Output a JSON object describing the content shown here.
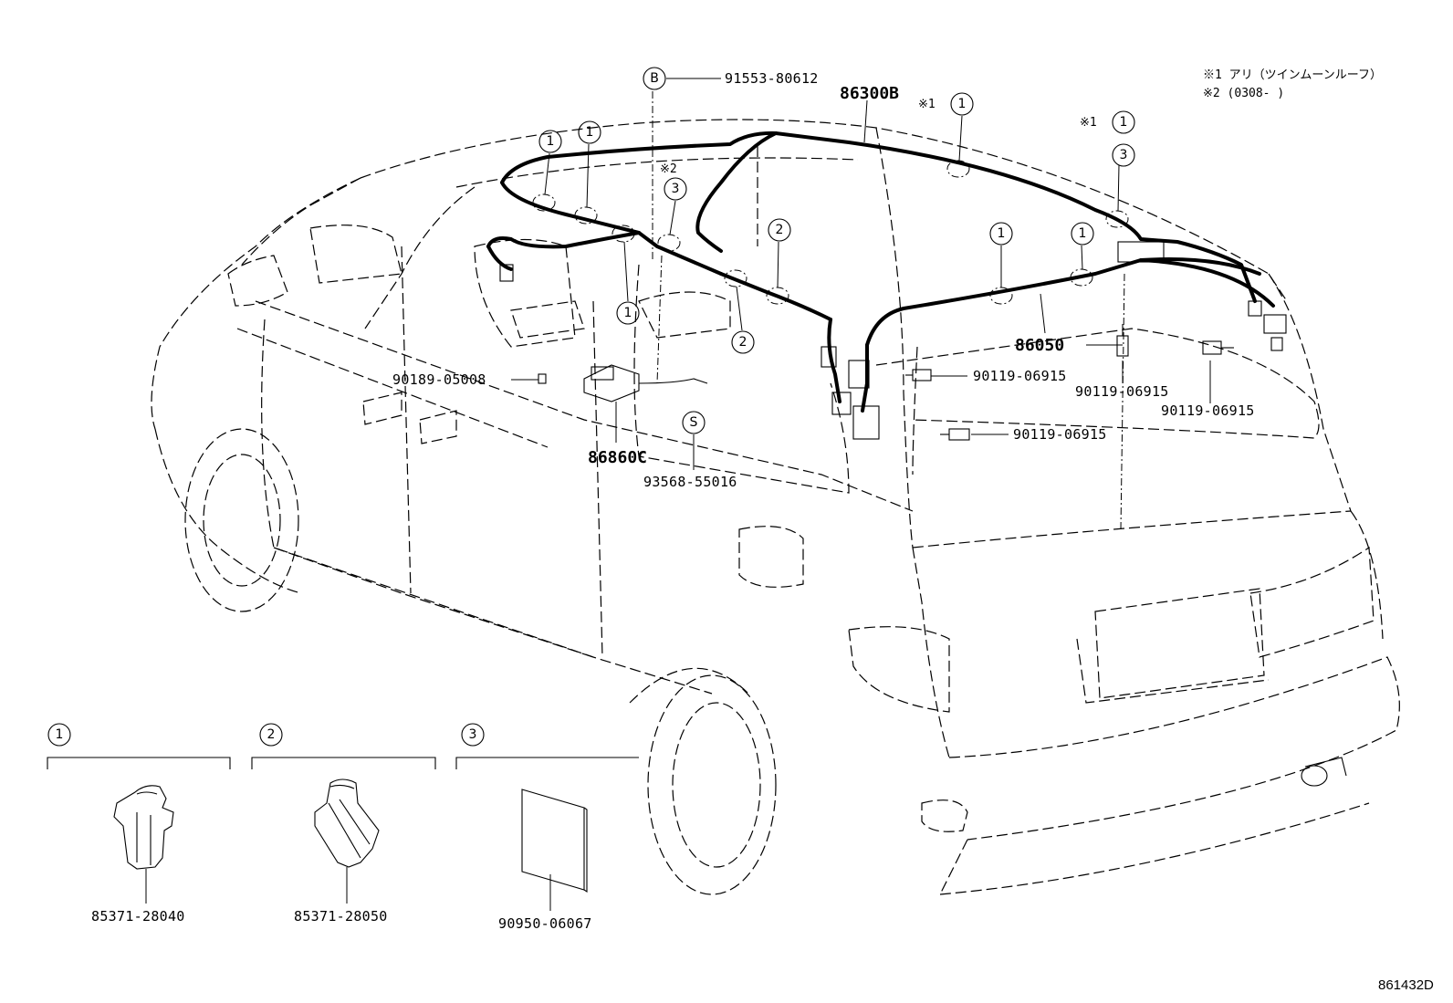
{
  "notes": {
    "n1": "※1  アリ（ツインムーンルーフ）",
    "n2": "※2  (0308-      )"
  },
  "callouts": {
    "b_marker": "B",
    "s_marker": "S",
    "p91553": "91553-80612",
    "p86300b": "86300B",
    "p86050": "86050",
    "p90189": "90189-05008",
    "p86860c": "86860C",
    "p93568": "93568-55016",
    "p90119a": "90119-06915",
    "p90119b": "90119-06915",
    "p90119c": "90119-06915",
    "p90119d": "90119-06915",
    "star1a": "※1",
    "star1b": "※1",
    "star2": "※2"
  },
  "clip_markers": {
    "one": "1",
    "two": "2",
    "three": "3"
  },
  "legend": {
    "item1_num": "1",
    "item1_part": "85371-28040",
    "item2_num": "2",
    "item2_part": "85371-28050",
    "item3_num": "3",
    "item3_part": "90950-06067"
  },
  "diagram_ref": "861432D"
}
